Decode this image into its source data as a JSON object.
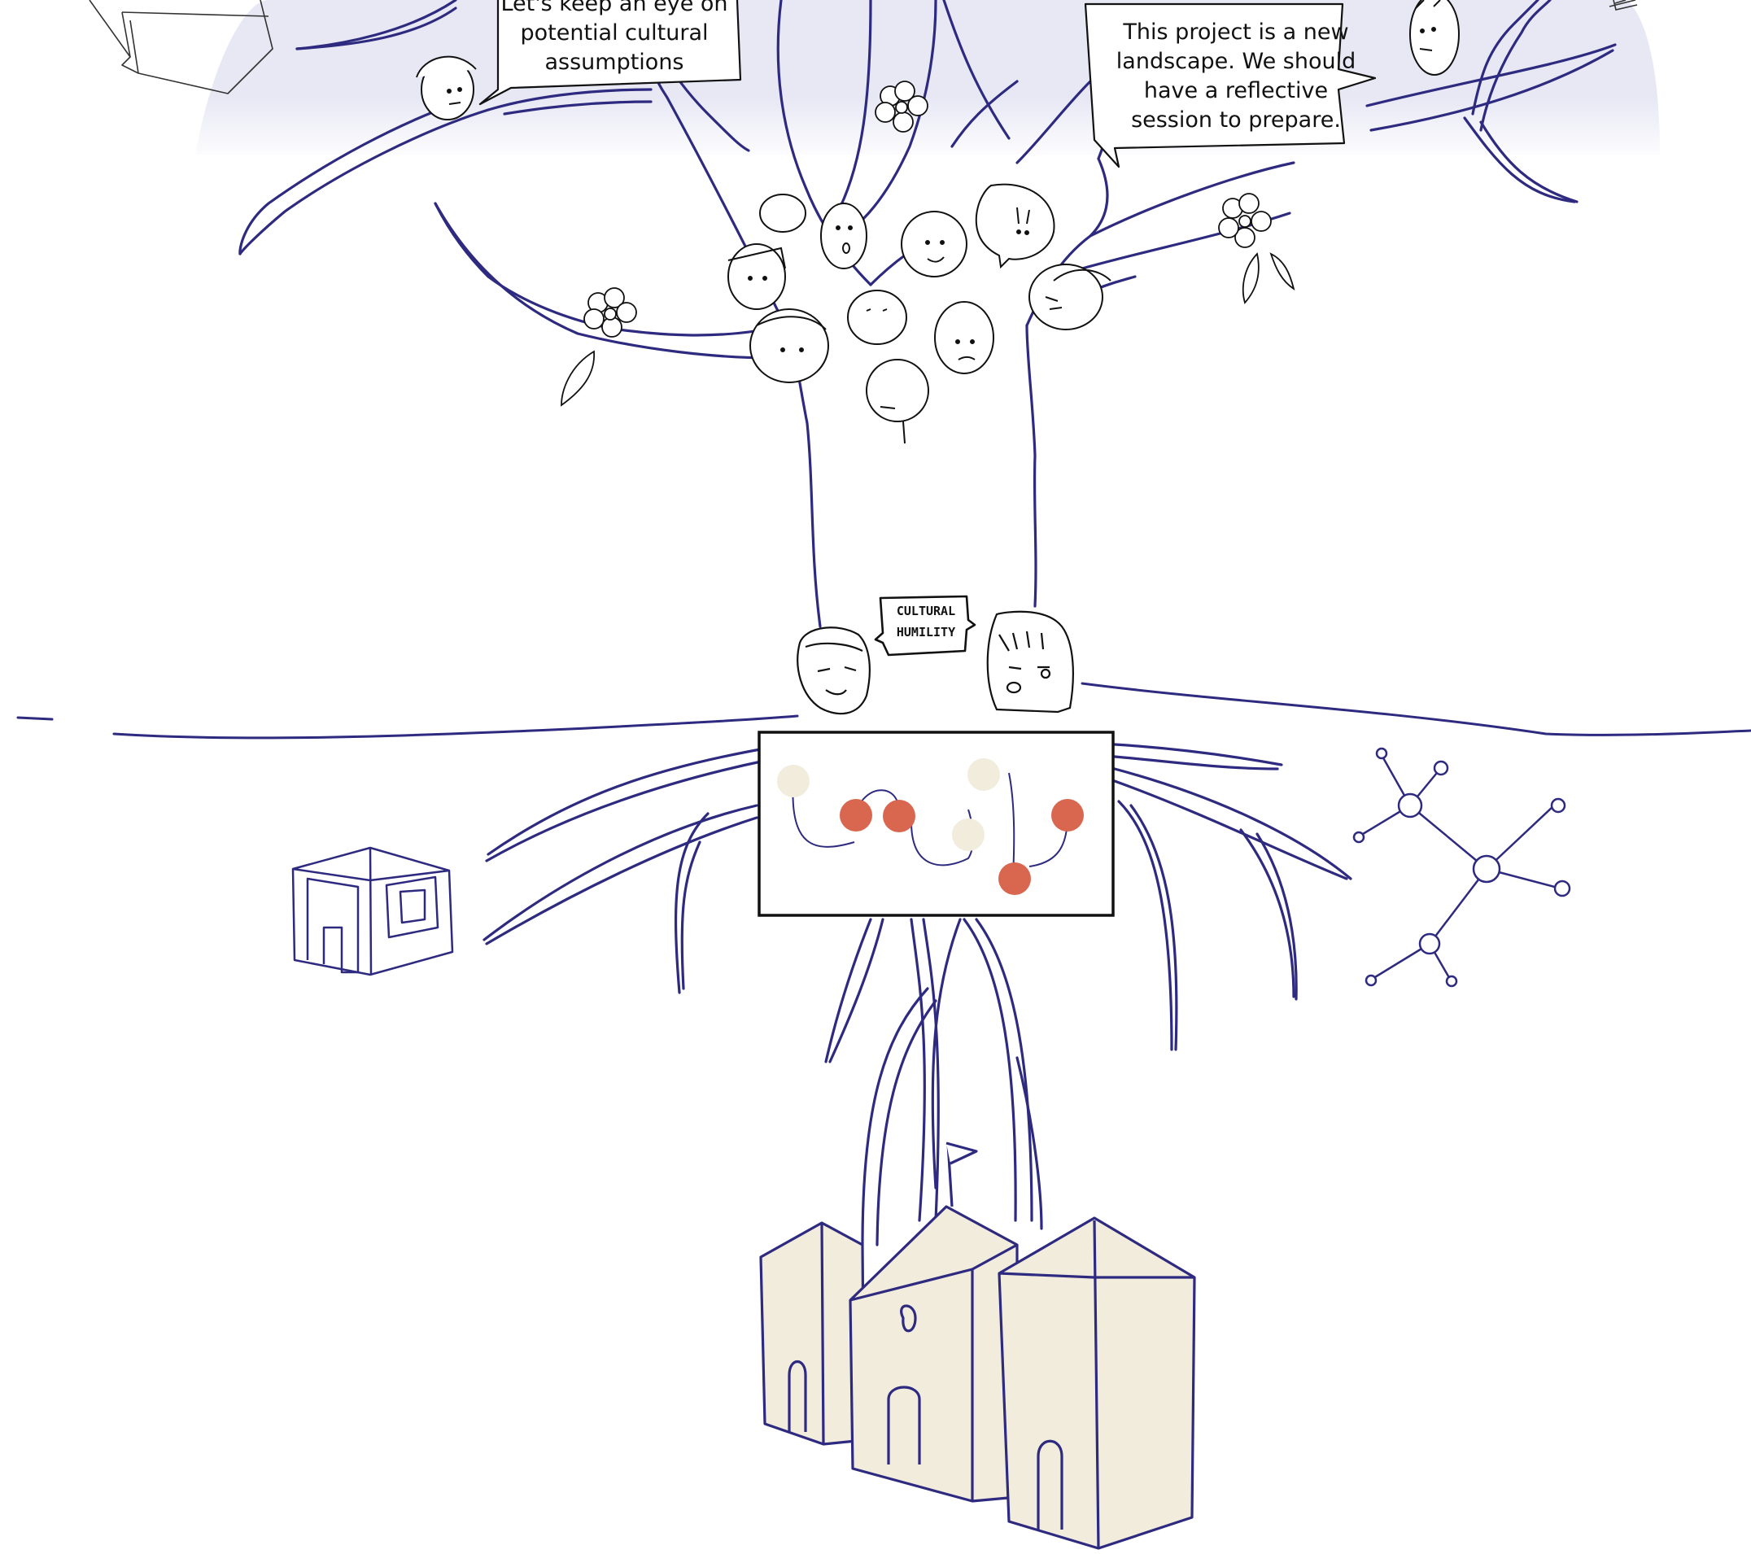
{
  "illustration": {
    "speech_bubble_left": {
      "lines": [
        "Let's keep an eye on",
        "potential cultural",
        "assumptions"
      ]
    },
    "speech_bubble_right": {
      "lines": [
        "This project is a new",
        "landscape. We should",
        "have a reflective",
        "session to prepare."
      ]
    },
    "sign": {
      "lines": [
        "CULTURAL",
        "HUMILITY"
      ]
    }
  },
  "colors": {
    "tree_stroke": "#2e2a80",
    "sketch_stroke": "#111111",
    "sky_tint": "#e9e9f6",
    "building_fill": "#f1ecdc",
    "dot_red": "#d9664f",
    "dot_cream": "#f1ecdc"
  },
  "icons": [
    "tree-icon",
    "face-icon",
    "flower-icon",
    "leaf-icon",
    "building-icon",
    "network-icon",
    "box-icon",
    "flag-icon"
  ]
}
